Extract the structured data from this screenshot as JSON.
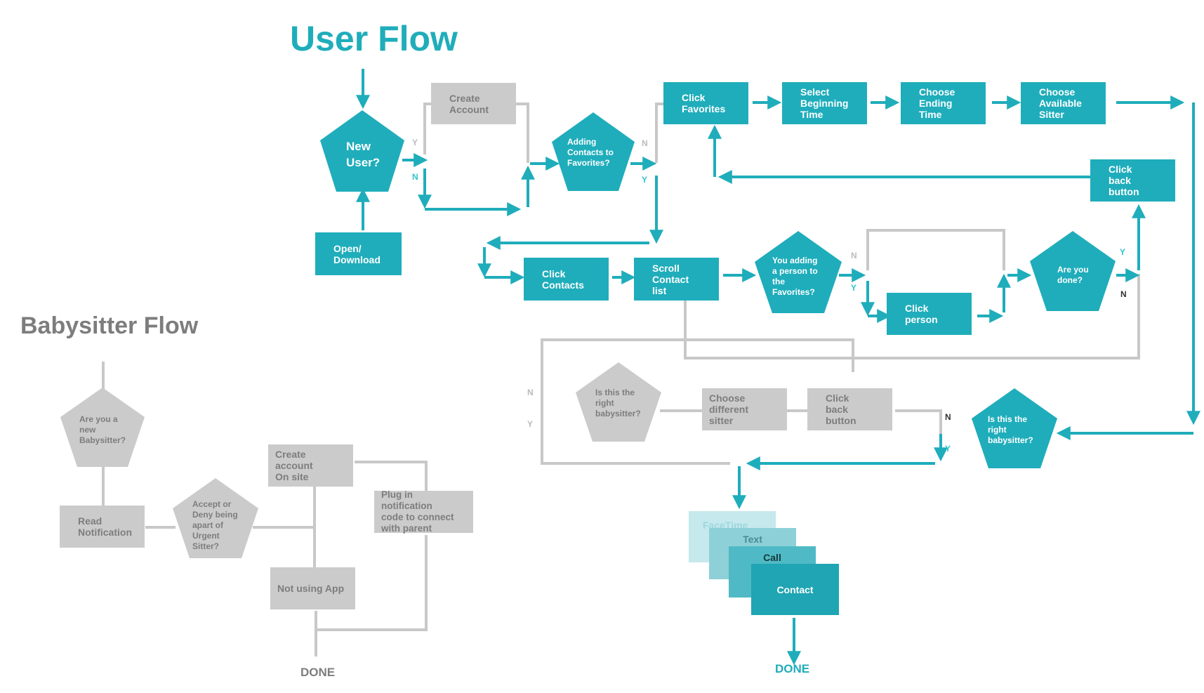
{
  "titles": {
    "user_flow": "User Flow",
    "babysitter_flow": "Babysitter Flow"
  },
  "colors": {
    "teal": "#1fadbb",
    "gray_box": "#cbcbcb",
    "gray_text": "#7d7d7d",
    "gray_line": "#c8c8c8"
  },
  "user_flow": {
    "new_user": "New\nUser?",
    "open_download": "Open/\nDownload",
    "create_account": "Create\nAccount",
    "adding_contacts": "Adding\nContacts to\nFavorites?",
    "click_favorites": "Click\nFavorites",
    "select_beginning_time": "Select\nBeginning\nTime",
    "choose_ending_time": "Choose\nEnding Time",
    "choose_available_sitter": "Choose\nAvailable\nSitter",
    "click_back_button_top": "Click back\nbutton",
    "click_contacts": "Click\nContacts",
    "scroll_contact_list": "Scroll\nContact list",
    "adding_person": "You adding\na person to\nthe\nFavorites?",
    "click_person": "Click person",
    "are_you_done": "Are you\ndone?",
    "is_right_babysitter_teal": "Is this the\nright\nbabysitter?",
    "click_back_button_gray": "Click back\nbutton",
    "choose_different_sitter": "Choose different\nsitter",
    "is_right_babysitter_gray": "Is this the\nright\nbabysitter?",
    "contact_stack": {
      "facetime": "FaceTime",
      "text": "Text",
      "call": "Call",
      "contact": "Contact"
    },
    "done": "DONE"
  },
  "branch_labels": {
    "new_user_yes": "Y",
    "new_user_no": "N",
    "adding_contacts_no": "N",
    "adding_contacts_yes": "Y",
    "adding_person_no": "N",
    "adding_person_yes": "Y",
    "are_you_done_yes": "Y",
    "are_you_done_no": "N",
    "right_sitter_no": "N",
    "right_sitter_yes": "Y",
    "gray_sitter_no": "N",
    "gray_sitter_yes": "Y"
  },
  "babysitter_flow": {
    "are_you_new": "Are you a\nnew\nBabysitter?",
    "read_notification": "Read\nNotification",
    "accept_or_deny": "Accept or\nDeny being\napart of\nUrgent\nSitter?",
    "create_account_on_site": "Create account\nOn site",
    "not_using_app": "Not using App",
    "plug_in_code": "Plug in notification\ncode to connect\nwith parent",
    "done": "DONE"
  }
}
